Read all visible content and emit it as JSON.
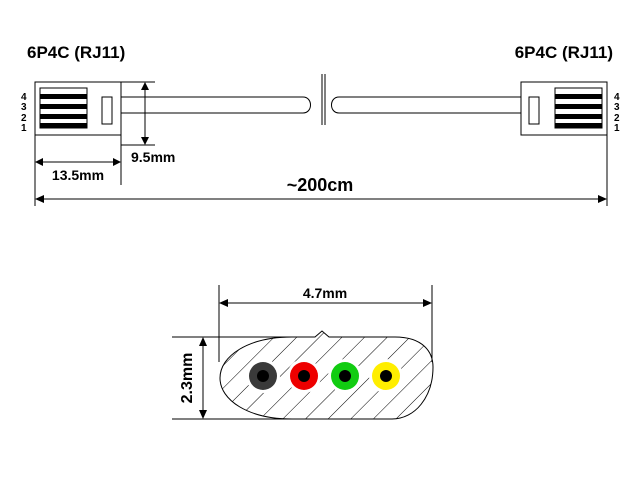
{
  "connector": {
    "left_label": "6P4C (RJ11)",
    "right_label": "6P4C (RJ11)",
    "pins": [
      "4",
      "3",
      "2",
      "1"
    ]
  },
  "dimensions": {
    "plug_width": "13.5mm",
    "plug_height": "9.5mm",
    "cable_length": "~200cm",
    "cable_width": "4.7mm",
    "cable_height": "2.3mm"
  },
  "colors": {
    "line": "#000000",
    "cable_fill": "#ffffff",
    "wire_1": "#3a3a3a",
    "wire_2": "#ee0000",
    "wire_3": "#11cc11",
    "wire_4": "#ffee00",
    "wire_core": "#000000"
  }
}
